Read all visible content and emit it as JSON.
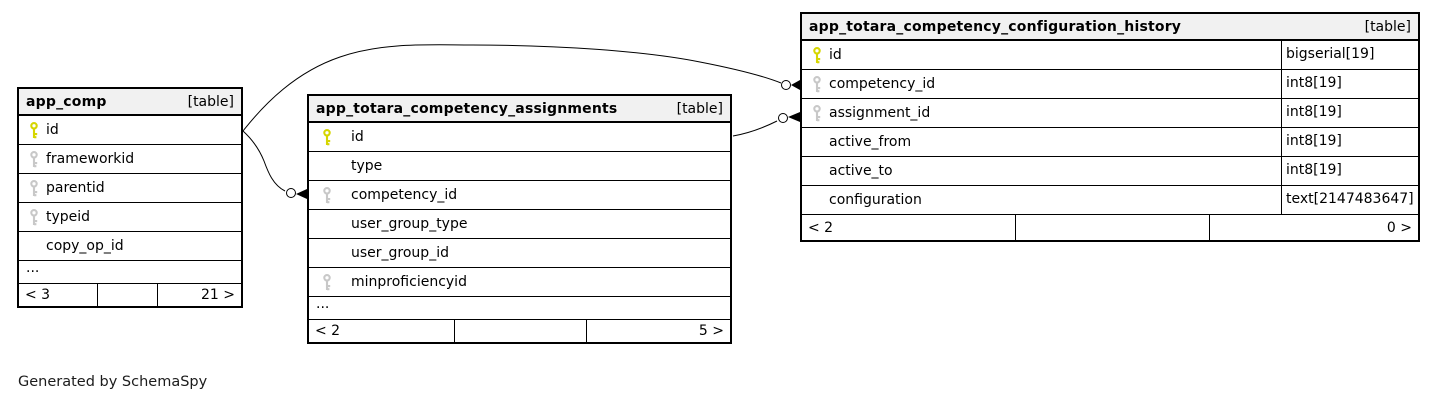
{
  "generator_note": "Generated by SchemaSpy",
  "colors": {
    "primary_key": "#d6d600",
    "foreign_key": "#c8c8c8",
    "header_background": "#f1f1f1",
    "border": "#000000"
  },
  "tables": [
    {
      "name": "app_comp",
      "badge": "[table]",
      "columns": [
        {
          "name": "id",
          "key": "primary",
          "type": ""
        },
        {
          "name": "frameworkid",
          "key": "foreign",
          "type": ""
        },
        {
          "name": "parentid",
          "key": "foreign",
          "type": ""
        },
        {
          "name": "typeid",
          "key": "foreign",
          "type": ""
        },
        {
          "name": "copy_op_id",
          "key": "none",
          "type": ""
        },
        {
          "name": "...",
          "key": "ellipsis",
          "type": ""
        }
      ],
      "footer": {
        "left": "< 3",
        "middle": "",
        "right": "21 >"
      }
    },
    {
      "name": "app_totara_competency_assignments",
      "badge": "[table]",
      "columns": [
        {
          "name": "id",
          "key": "primary",
          "type": ""
        },
        {
          "name": "type",
          "key": "none",
          "type": ""
        },
        {
          "name": "competency_id",
          "key": "foreign",
          "type": ""
        },
        {
          "name": "user_group_type",
          "key": "none",
          "type": ""
        },
        {
          "name": "user_group_id",
          "key": "none",
          "type": ""
        },
        {
          "name": "minproficiencyid",
          "key": "foreign",
          "type": ""
        },
        {
          "name": "...",
          "key": "ellipsis",
          "type": ""
        }
      ],
      "footer": {
        "left": "< 2",
        "middle": "",
        "right": "5 >"
      }
    },
    {
      "name": "app_totara_competency_configuration_history",
      "badge": "[table]",
      "columns": [
        {
          "name": "id",
          "key": "primary",
          "type": "bigserial[19]"
        },
        {
          "name": "competency_id",
          "key": "foreign",
          "type": "int8[19]"
        },
        {
          "name": "assignment_id",
          "key": "foreign",
          "type": "int8[19]"
        },
        {
          "name": "active_from",
          "key": "none",
          "type": "int8[19]"
        },
        {
          "name": "active_to",
          "key": "none",
          "type": "int8[19]"
        },
        {
          "name": "configuration",
          "key": "none",
          "type": "text[2147483647]"
        }
      ],
      "footer": {
        "left": "< 2",
        "middle": "",
        "right": "0 >"
      }
    }
  ],
  "relations": [
    {
      "from_table": "app_comp",
      "from_column": "id",
      "to_table": "app_totara_competency_assignments",
      "to_column": "competency_id"
    },
    {
      "from_table": "app_comp",
      "from_column": "id",
      "to_table": "app_totara_competency_configuration_history",
      "to_column": "competency_id"
    },
    {
      "from_table": "app_totara_competency_assignments",
      "from_column": "id",
      "to_table": "app_totara_competency_configuration_history",
      "to_column": "assignment_id"
    }
  ]
}
